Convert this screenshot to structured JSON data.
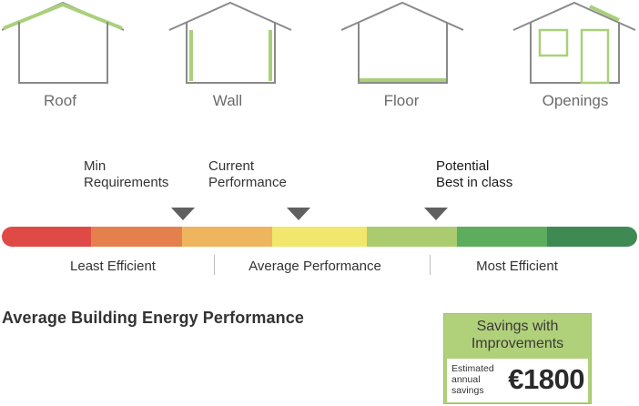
{
  "houses": [
    {
      "label": "Roof",
      "highlight": "roof"
    },
    {
      "label": "Wall",
      "highlight": "walls"
    },
    {
      "label": "Floor",
      "highlight": "floor"
    },
    {
      "label": "Openings",
      "highlight": "openings"
    }
  ],
  "colors": {
    "outline": "#8a8a8a",
    "highlight": "#a9d07a",
    "marker": "#606060",
    "scale": [
      "#e04a46",
      "#e5804d",
      "#efb45e",
      "#f1e76c",
      "#abcc6e",
      "#5eac5e",
      "#3e8a52"
    ]
  },
  "markers": {
    "min_requirements": {
      "line1": "Min",
      "line2": "Requirements"
    },
    "current_performance": {
      "line1": "Current",
      "line2": "Performance"
    },
    "potential": {
      "line1": "Potential",
      "line2": "Best in class"
    }
  },
  "scale_labels": {
    "least": "Least Efficient",
    "average": "Average Performance",
    "most": "Most Efficient"
  },
  "subtitle": "Average Building Energy Performance",
  "savings": {
    "title_line1": "Savings with",
    "title_line2": "Improvements",
    "small_line1": "Estimated",
    "small_line2": "annual",
    "small_line3": "savings",
    "amount": "€1800"
  }
}
